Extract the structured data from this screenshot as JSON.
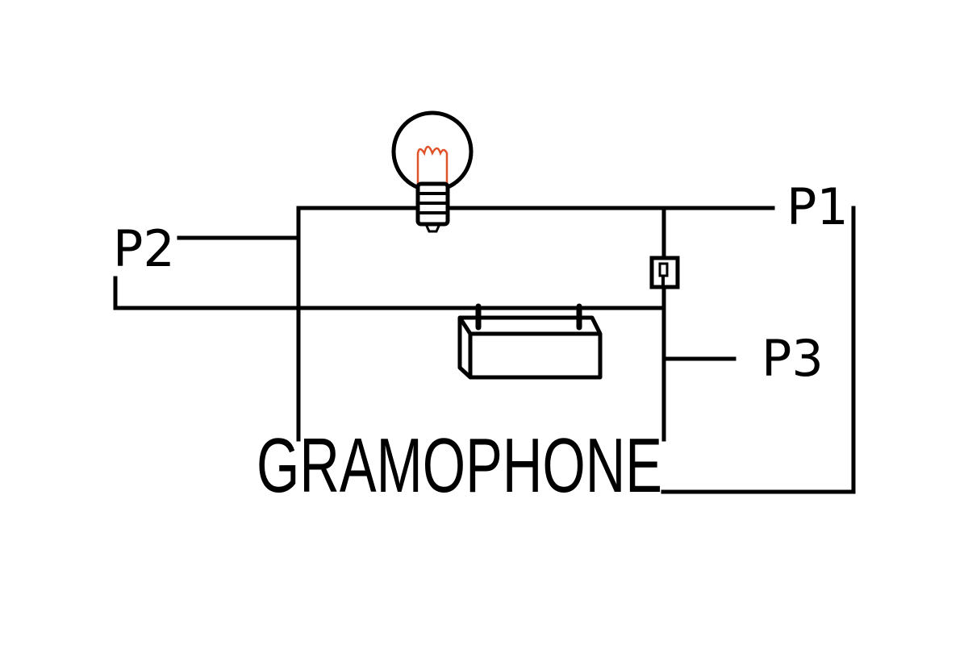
{
  "labels": {
    "p1": "P1",
    "p2": "P2",
    "p3": "P3",
    "gramophone": "GRAMOPHONE"
  },
  "components": {
    "lamp": "light-bulb-icon",
    "switch": "switch-icon",
    "battery": "battery-icon"
  },
  "colors": {
    "wire": "#000000",
    "filament": "#e0522a",
    "background": "#ffffff"
  }
}
